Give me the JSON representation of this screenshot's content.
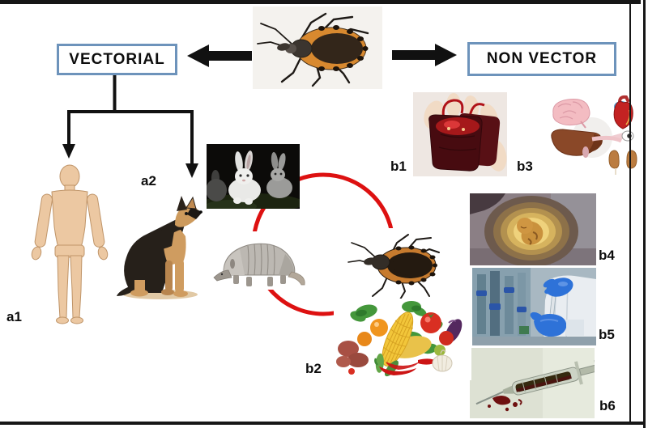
{
  "header": {
    "vectorial_label": "VECTORIAL",
    "non_vector_label": "NON VECTOR"
  },
  "labels": {
    "a1": "a1",
    "a2": "a2",
    "b1": "b1",
    "b2": "b2",
    "b3": "b3",
    "b4": "b4",
    "b5": "b5",
    "b6": "b6"
  },
  "images": {
    "top": "triatomine-kissing-bug-photo",
    "a1": "human-body-silhouette",
    "a2": "german-shepherd-dog",
    "cycle": [
      "rabbits-night-photo",
      "armadillo",
      "kissing-bug"
    ],
    "b1": "blood-transfusion-bags",
    "b2": "fresh-vegetables-and-fruit",
    "b3": "donor-organs-illustration",
    "b4": "fetus-in-womb",
    "b5": "laboratory-blue-gloves-pipette",
    "b6": "syringe-with-blood"
  },
  "colors": {
    "box_border_blue": "#6d93bb",
    "cycle_red": "#dd1111",
    "arrow_black": "#111111",
    "frame_black": "#161616",
    "skin": "#ecc8a2"
  }
}
